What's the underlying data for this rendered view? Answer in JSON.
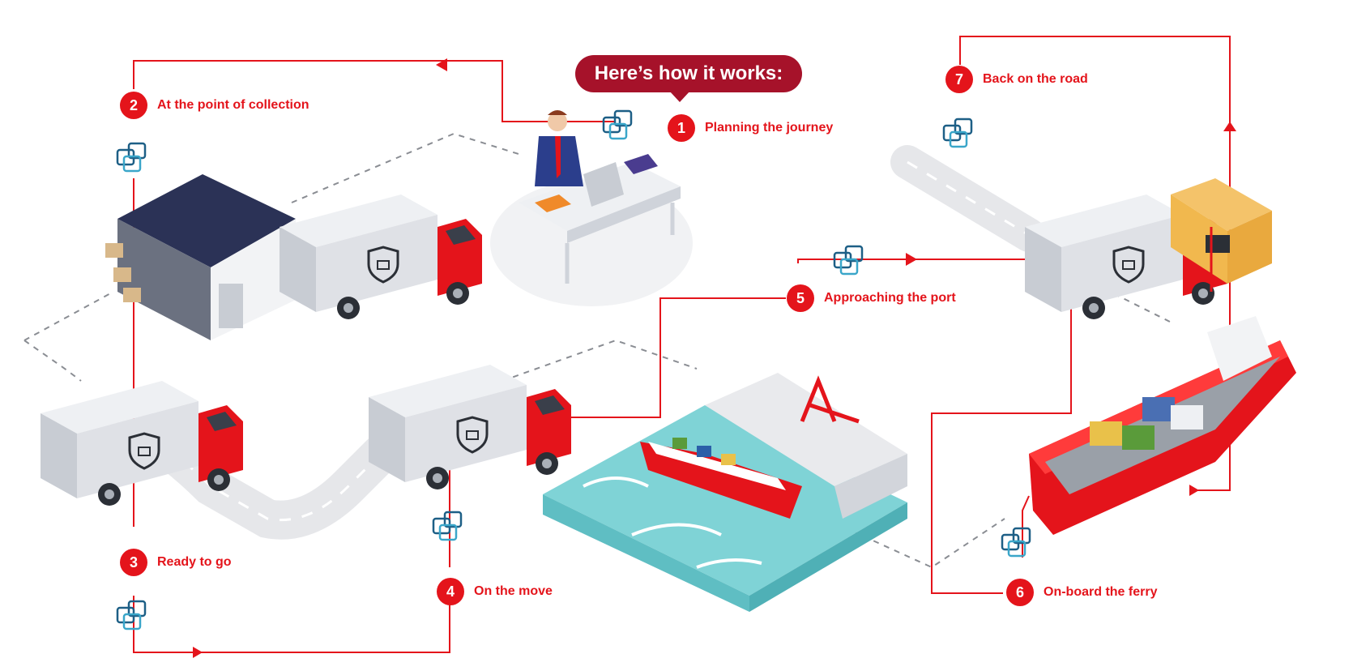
{
  "heading": "Here’s how it works:",
  "colors": {
    "accent": "#e4141b",
    "bubble": "#a6122a",
    "sea": "#7fd3d6",
    "truck_body": "#dfe1e6",
    "ink": "#1b6c8e"
  },
  "icons": [
    "linked-squares-icon",
    "shield-lock-icon"
  ],
  "steps": [
    {
      "num": "1",
      "label": "Planning the journey"
    },
    {
      "num": "2",
      "label": "At the point of collection"
    },
    {
      "num": "3",
      "label": "Ready to go"
    },
    {
      "num": "4",
      "label": "On the move"
    },
    {
      "num": "5",
      "label": "Approaching the port"
    },
    {
      "num": "6",
      "label": "On-board the ferry"
    },
    {
      "num": "7",
      "label": "Back on the road"
    }
  ]
}
